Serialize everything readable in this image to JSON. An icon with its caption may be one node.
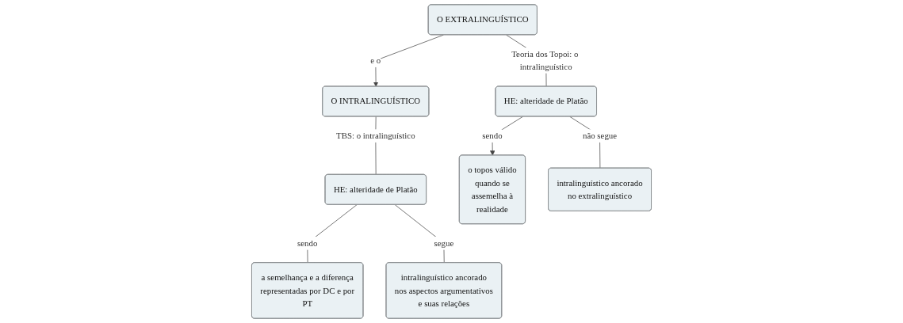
{
  "diagram": {
    "nodes": [
      {
        "text": [
          "O EXTRALINGUÍSTICO"
        ]
      },
      {
        "text": [
          "O INTRALINGUÍSTICO"
        ]
      },
      {
        "text": [
          "o topos válido quando se assemelha à realidade"
        ]
      },
      {
        "text": [
          "HE: alteridade de Platão"
        ]
      },
      {
        "text": [
          "HE: alteridade de Platão"
        ]
      },
      {
        "text": [
          "a semelhança e a diferença representadas por DC e por PT"
        ]
      },
      {
        "text": [
          "intralinguístico ancorado no extralinguístico"
        ]
      },
      {
        "text": [
          "intralinguístico ancorado nos aspectos argumentativos e suas relações"
        ]
      }
    ],
    "edges": [
      {
        "from": 0,
        "to": 1,
        "arrow": "to",
        "label": "e o"
      },
      {
        "from": 0,
        "to": 3,
        "arrow": "none",
        "label": "Teoria dos Topoi: o intralinguístico"
      },
      {
        "from": 3,
        "to": 2,
        "arrow": "to",
        "label": "sendo"
      },
      {
        "from": 3,
        "to": 6,
        "arrow": "none",
        "label": "não segue"
      },
      {
        "from": 1,
        "to": 4,
        "arrow": "none",
        "label": "TBS: o intralinguístico"
      },
      {
        "from": 4,
        "to": 5,
        "arrow": "none",
        "label": "sendo"
      },
      {
        "from": 4,
        "to": 7,
        "arrow": "none",
        "label": "segue"
      }
    ]
  }
}
